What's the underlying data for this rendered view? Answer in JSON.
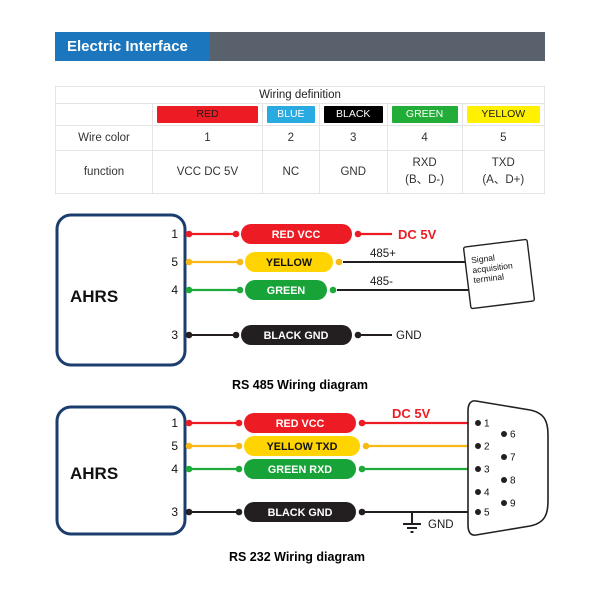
{
  "header": {
    "title": "Electric Interface",
    "accent_color": "#1b76bd",
    "bar_color": "#59626c"
  },
  "table": {
    "caption": "Wiring definition",
    "row_labels": {
      "wire_color": "Wire color",
      "function": "function"
    },
    "columns": [
      {
        "color_label": "RED",
        "bg": "#ed1c24",
        "number": "1",
        "function": "VCC DC 5V",
        "function2": ""
      },
      {
        "color_label": "BLUE",
        "bg": "#29abe2",
        "number": "2",
        "function": "NC",
        "function2": ""
      },
      {
        "color_label": "BLACK",
        "bg": "#000000",
        "number": "3",
        "function": "GND",
        "function2": ""
      },
      {
        "color_label": "GREEN",
        "bg": "#22ac38",
        "number": "4",
        "function": "RXD",
        "function2": "(B、D-)"
      },
      {
        "color_label": "YELLOW",
        "bg": "#fff100",
        "number": "5",
        "function": "TXD",
        "function2": "(A、D+)"
      }
    ]
  },
  "rs485": {
    "device": "AHRS",
    "pins": [
      "1",
      "5",
      "4",
      "3"
    ],
    "pills": [
      "RED  VCC",
      "YELLOW",
      "GREEN",
      "BLACK GND"
    ],
    "labels": {
      "dc5v": "DC 5V",
      "p485_plus": "485+",
      "p485_minus": "485-",
      "gnd": "GND"
    },
    "terminal": [
      "Signal",
      "acquisition",
      "terminal"
    ],
    "caption": "RS 485 Wiring diagram"
  },
  "rs232": {
    "device": "AHRS",
    "pins": [
      "1",
      "5",
      "4",
      "3"
    ],
    "pills": [
      "RED  VCC",
      "YELLOW TXD",
      "GREEN RXD",
      "BLACK GND"
    ],
    "labels": {
      "dc5v": "DC 5V",
      "gnd": "GND"
    },
    "db9_pins": [
      "1",
      "2",
      "3",
      "4",
      "5",
      "6",
      "7",
      "8",
      "9"
    ],
    "caption": "RS 232 Wiring diagram"
  },
  "wire_colors": {
    "red": "#ed1c24",
    "yellow": "#f7b916",
    "green": "#1eaa39",
    "black": "#231f20"
  }
}
